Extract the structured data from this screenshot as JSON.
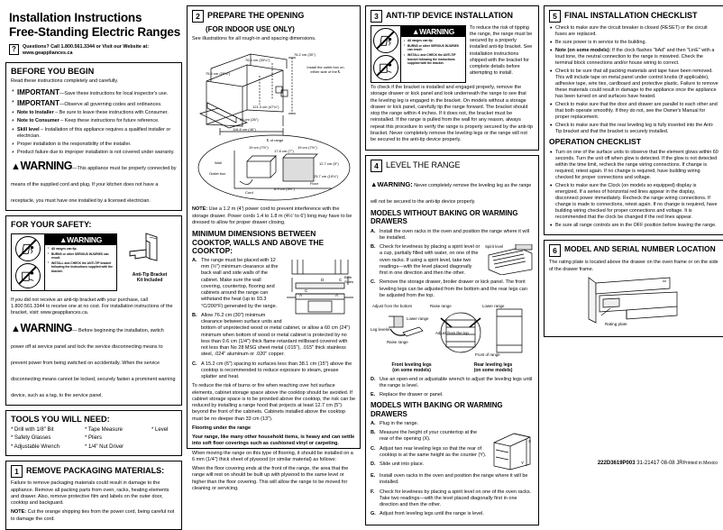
{
  "header": {
    "title_line1": "Installation Instructions",
    "title_line2": "Free-Standing Electric Ranges",
    "question_icon": "question-mark-icon",
    "questions_line1": "Questions? Call 1.800.561.3344 or Visit our Website at:",
    "questions_line2": "www.geappliances.ca"
  },
  "before_you_begin": {
    "heading": "BEFORE YOU BEGIN",
    "intro": "Read these instructions completely and carefully.",
    "items": [
      {
        "bold": "IMPORTANT",
        "big": true,
        "text": "—Save these instructions for local inspector's use."
      },
      {
        "bold": "IMPORTANT",
        "big": true,
        "text": "—Observe all governing codes and ordinances."
      },
      {
        "bold": "Note to Installer",
        "big": false,
        "text": " – Be sure to leave these instructions with Consumer."
      },
      {
        "bold": "Note to Consumer",
        "big": false,
        "text": " – Keep these instructions for future reference."
      },
      {
        "bold": "Skill level",
        "big": false,
        "text": " – Installation of this appliance requires a qualified installer or electrician."
      },
      {
        "bold": "",
        "big": false,
        "text": "Proper installation is the responsibility of the installer."
      },
      {
        "bold": "",
        "big": false,
        "text": "Product failure due to improper installation is not covered under warranty."
      }
    ],
    "warning_word": "WARNING",
    "warning_text": "—This appliance must be properly connected by means of the supplied cord and plug. If your kitchen does not have a receptacle, you must have one installed by a licensed electrician."
  },
  "safety": {
    "heading": "FOR YOUR SAFETY:",
    "label_title": "WARNING",
    "label_bullets": [
      "All ranges can tip.",
      "BURNS or other SERIOUS INJURIES can result.",
      "INSTALL and CHECK the ANTI-TIP bracket following the instructions supplied with the bracket."
    ],
    "bracket_caption_1": "Anti-Tip Bracket",
    "bracket_caption_2": "Kit Included",
    "no_bracket_text": "If you did not receive an anti-tip bracket with your purchase, call 1.800.561.3344 to receive one at no cost. For installation instructions of the bracket, visit: www.geappliances.ca.",
    "warning_word": "WARNING",
    "warning_text": "— Before beginning the installation, switch power off at service panel and lock the service disconnecting means to prevent power from being switched on accidentally. When the service disconnecting means cannot be locked, securely fasten a prominent warning device, such as a tag, to the service panel."
  },
  "tools": {
    "heading": "TOOLS YOU WILL NEED:",
    "col1": [
      "Drill with 1/8\" Bit",
      "Safety Glasses",
      "Adjustable Wrench"
    ],
    "col2": [
      "Tape Measure",
      "Pliers",
      "1/4\" Nut Driver"
    ],
    "col3": [
      "Level"
    ]
  },
  "step1": {
    "num": "1",
    "heading": "REMOVE PACKAGING MATERIALS:",
    "body": "Failure to remove packaging materials could result in damage to the appliance. Remove all packing parts from oven, racks, heating elements and drawer. Also, remove protective film and labels on the outer door, cooktop and backguard.",
    "note_label": "NOTE:",
    "note": " Cut the orange shipping ties from the power cord, being careful not to damage the cord."
  },
  "step2": {
    "num": "2",
    "heading": "PREPARE THE OPENING",
    "subheading": "(FOR INDOOR USE ONLY)",
    "intro": "See illustrations for all rough-in and spacing dimensions.",
    "diagram_labels": {
      "top_height": "76.2 cm (30\")",
      "upper": "76.4 cm (30¼\")",
      "back": "75.6 cm (29¾\")",
      "depth": "121.3 cm (47¾\")",
      "width": "66 cm (26\")",
      "front": "116.8 cm (46\")",
      "install_note": "Install the outlet box on either side of the ℄",
      "centerline": "℄ of range",
      "wall": "Wall",
      "outlet_box": "Outlet box",
      "cord": "Cord",
      "floor": "Floor",
      "d1": "19 cm (7½\")",
      "d2": "17.8 cm (7\")",
      "d3": "19 cm (7½\")",
      "d4": "12.7 cm (5\")",
      "d5": "25.7 cm (10⅛\")",
      "d6": "8.9 cm (3½\")"
    },
    "note_label": "NOTE:",
    "note": " Use a 1.2 m (4') power cord to prevent interference with the storage drawer. Power cords 1.4 to 1.8 m (4½' to 6') long may have to be dressed to allow for proper drawer closing.",
    "min_dim_heading": "MINIMUM DIMENSIONS BETWEEN COOKTOP, WALLS AND ABOVE THE COOKTOP:",
    "fig_labels": {
      "a": "A",
      "b": "B",
      "c": "C",
      "d": "D",
      "sides": "Both Sides"
    },
    "items": [
      {
        "lbl": "A.",
        "text": "The range must be placed with 12 mm (½\") minimum clearance at the back wall and side walls of the cabinet. Make sure the wall covering, countertop, flooring and cabinets around the range can withstand the heat (up to 93.3 °C/200°F) generated by the range."
      },
      {
        "lbl": "B.",
        "text": "Allow 76.2 cm (30\") minimum clearance between surface units and bottom of unprotected wood or metal cabinet, or allow a 60 cm (24\") minimum when bottom of wood or metal cabinet is protected by no less than 0.6 cm (1/4\") thick flame retardant millboard covered with not less than No 28 MSG sheet metal (.015\"), .015\" thick stainless steel, .024\" aluminum or .020\" copper."
      },
      {
        "lbl": "C.",
        "text": "A 15.2 cm (6\") spacing to surfaces less than 38.1 cm (15\") above the cooktop is recommended to reduce exposure to steam, grease splatter and heat."
      }
    ],
    "burn_risk": "To reduce the risk of burns or fire when reaching over hot surface elements, cabinet storage space above the cooktop should be avoided. If cabinet storage space is to be provided above the cooktop, the risk can be reduced by installing a range hood that projects at least 12.7 cm (5\") beyond the front of the cabinets. Cabinets installed above the cooktop must be no deeper than 33 cm (13\").",
    "flooring_heading": "Flooring under the range",
    "flooring_bold": "Your range, like many other household items, is heavy and can settle into soft floor coverings such as cushioned vinyl or carpeting.",
    "flooring_p1": "When moving the range on this type of flooring, it should be installed on a 6 mm (1/4\") thick sheet of plywood (or similar material) as follows:",
    "flooring_p2": "When the floor covering ends at the front of the range, the area that the range will rest on should be built up with plywood to the same level or higher than the floor covering. This will allow the range to be moved for cleaning or servicing."
  },
  "step3": {
    "num": "3",
    "heading": "ANTI-TIP DEVICE INSTALLATION",
    "label_title": "WARNING",
    "label_bullets": [
      "All ranges can tip.",
      "BURNS or other SERIOUS INJURIES can result.",
      "INSTALL and CHECK the ANTI-TIP bracket following the instructions supplied with the bracket."
    ],
    "text_right": "To reduce the risk of tipping the range, the range must be secured by a properly installed anti-tip bracket. See installation instructions shipped with the bracket for complete details before attempting to install.",
    "text_full": "To check if the bracket is installed and engaged properly, remove the storage drawer or kick panel and look underneath the range to see that the leveling leg is engaged in the bracket. On models without a storage drawer or kick panel, carefully tip the range forward. The bracket should stop the range within 4 inches. If it does not, the bracket must be reinstalled. If the range is pulled from the wall for any reason, always repeat this procedure to verify the range is properly secured by the anti-tip bracket. Never completely remove the leveling legs or the range will not be secured to the anti-tip device properly."
  },
  "step4": {
    "num": "4",
    "heading": "LEVEL THE RANGE",
    "warning_label": "WARNING:",
    "warning_text": " Never completely remove the leveling leg as the range will not be secured to the anti-tip device properly.",
    "models_without_heading": "MODELS WITHOUT BAKING OR WARMING DRAWERS",
    "without_items": [
      {
        "lbl": "A.",
        "text": "Install the oven racks in the oven and position the range where it will be installed."
      },
      {
        "lbl": "B.",
        "text": "Check for levelness by placing a spirit level or a cup, partially filled with water, on one of the oven racks. If using a spirit level, take two readings—with the level placed diagonally first in one direction and then the other."
      },
      {
        "lbl": "C.",
        "text": "Remove the storage drawer, broiler drawer or kick panel. The front leveling legs can be adjusted from the bottom and the rear legs can be adjusted from the top."
      }
    ],
    "fig_labels": {
      "spirit": "Spirit level",
      "adjust_bottom": "Adjust from the bottom",
      "raise": "Raise range",
      "lower": "Lower range",
      "leg_leveler": "Leg leveler",
      "adjust_top": "Adjust from the top",
      "front_of_range": "Front of range",
      "front_legs_1": "Front leveling legs",
      "front_legs_2": "(on some models)",
      "rear_legs_1": "Rear leveling legs",
      "rear_legs_2": "(on some models)"
    },
    "without_items_2": [
      {
        "lbl": "D.",
        "text": "Use an open-end or adjustable wrench to adjust the leveling legs until the range is level."
      },
      {
        "lbl": "E.",
        "text": "Replace the drawer or panel."
      }
    ],
    "models_with_heading": "MODELS WITH BAKING OR WARMING DRAWERS",
    "with_items": [
      {
        "lbl": "A.",
        "text": "Plug in the range."
      },
      {
        "lbl": "B.",
        "text": "Measure the height of your countertop at the rear of the opening (X)."
      },
      {
        "lbl": "C.",
        "text": "Adjust two rear leveling legs so that the rear of cooktop is at the same height as the counter (Y)."
      },
      {
        "lbl": "D.",
        "text": "Slide unit into place."
      },
      {
        "lbl": "E.",
        "text": "Install oven racks in the oven and position the range where it will be installed."
      },
      {
        "lbl": "F.",
        "text": "Check for levelness by placing a spirit level on one of the oven racks. Take two readings—with the level placed diagonally first in one direction and then the other."
      },
      {
        "lbl": "G.",
        "text": "Adjust front leveling legs until the range is level."
      }
    ],
    "xy_labels": {
      "x": "X",
      "y": "Y"
    }
  },
  "step5": {
    "num": "5",
    "heading": "FINAL INSTALLATION CHECKLIST",
    "items": [
      {
        "text": "Check to make sure the circuit breaker is closed (RESET) or the circuit fuses are replaced."
      },
      {
        "text": "Be sure power is in service to the building."
      },
      {
        "bold": "Note (on some models):",
        "text": " If the clock flashes \"bAd\" and then \"LinE\" with a loud tone, the neutral connection to the range is miswired. Check the terminal block connections and/or house wiring to correct."
      },
      {
        "text": "Check to be sure that all packing materials and tape have been removed. This will include tape on metal panel under control knobs (if applicable), adhesive tape, wire ties, cardboard and protective plastic. Failure to remove these materials could result in damage to the appliance once the appliance has been turned on and surfaces have heated."
      },
      {
        "text": "Check to make sure that the door and drawer are parallel to each other and that both operate smoothly. If they do not, see the Owner's Manual for proper replacement."
      },
      {
        "text": "Check to make sure that the rear leveling leg is fully inserted into the Anti-Tip bracket and that the bracket is securely installed."
      }
    ],
    "operation_heading": "OPERATION CHECKLIST",
    "operation_items": [
      {
        "text": "Turn on one of the surface units to observe that the element glows within 60 seconds. Turn the unit off when glow is detected. If the glow is not detected within the time limit, recheck the range wiring connections. If change is required, retest again. If no change is required, have building wiring checked for proper connections and voltage."
      },
      {
        "text": "Check to make sure the Clock (on models so equipped) display is energized. If a series of horizontal red lines appear in the display, disconnect power immediately. Recheck the range wiring connections. If change is made to connections, retest again. If no change is required, have building wiring checked for proper connections and voltage. It is recommended that the clock be changed if the red lines appear."
      },
      {
        "text": "Be sure all range controls are in the OFF position before leaving the range."
      }
    ]
  },
  "step6": {
    "num": "6",
    "heading": "MODEL AND SERIAL NUMBER LOCATION",
    "body": "The rating plate is located above the drawer on the oven frame or on the side of the drawer frame.",
    "fig_caption": "Rating plate"
  },
  "footer": {
    "part_number": "222D3619P003",
    "doc_number": "31-21417",
    "date": "08-08",
    "initials": "JR",
    "printed": "Printed in Mexico"
  }
}
